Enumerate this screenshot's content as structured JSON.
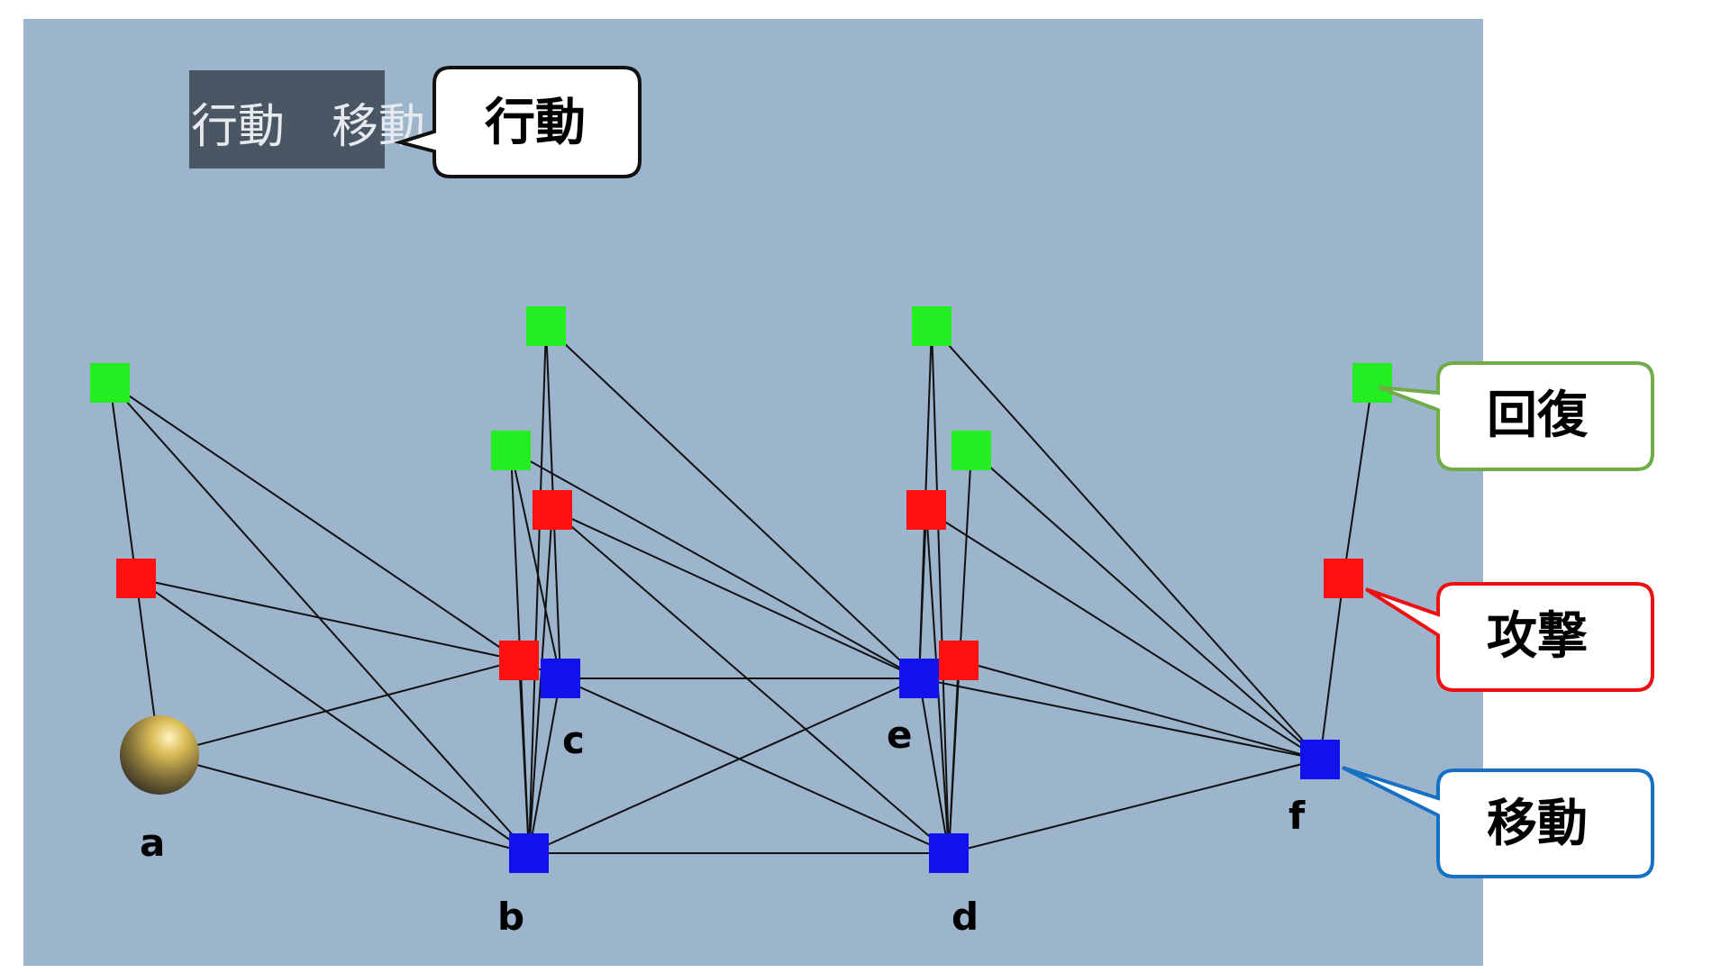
{
  "hud": {
    "left_label": "行動",
    "right_label": "移動"
  },
  "callouts": {
    "action": "行動",
    "recover": "回復",
    "attack": "攻撃",
    "move": "移動"
  },
  "node_labels": {
    "a": "a",
    "b": "b",
    "c": "c",
    "d": "d",
    "e": "e",
    "f": "f"
  },
  "colors": {
    "recover": "#22ee22",
    "attack": "#ff1111",
    "move": "#1111ee",
    "callout_action_border": "#111111",
    "callout_recover_border": "#70ad47",
    "callout_attack_border": "#ee1111",
    "callout_move_border": "#1670c4"
  },
  "legend_types": [
    "recover-node",
    "attack-node",
    "move-node",
    "player-sphere"
  ]
}
